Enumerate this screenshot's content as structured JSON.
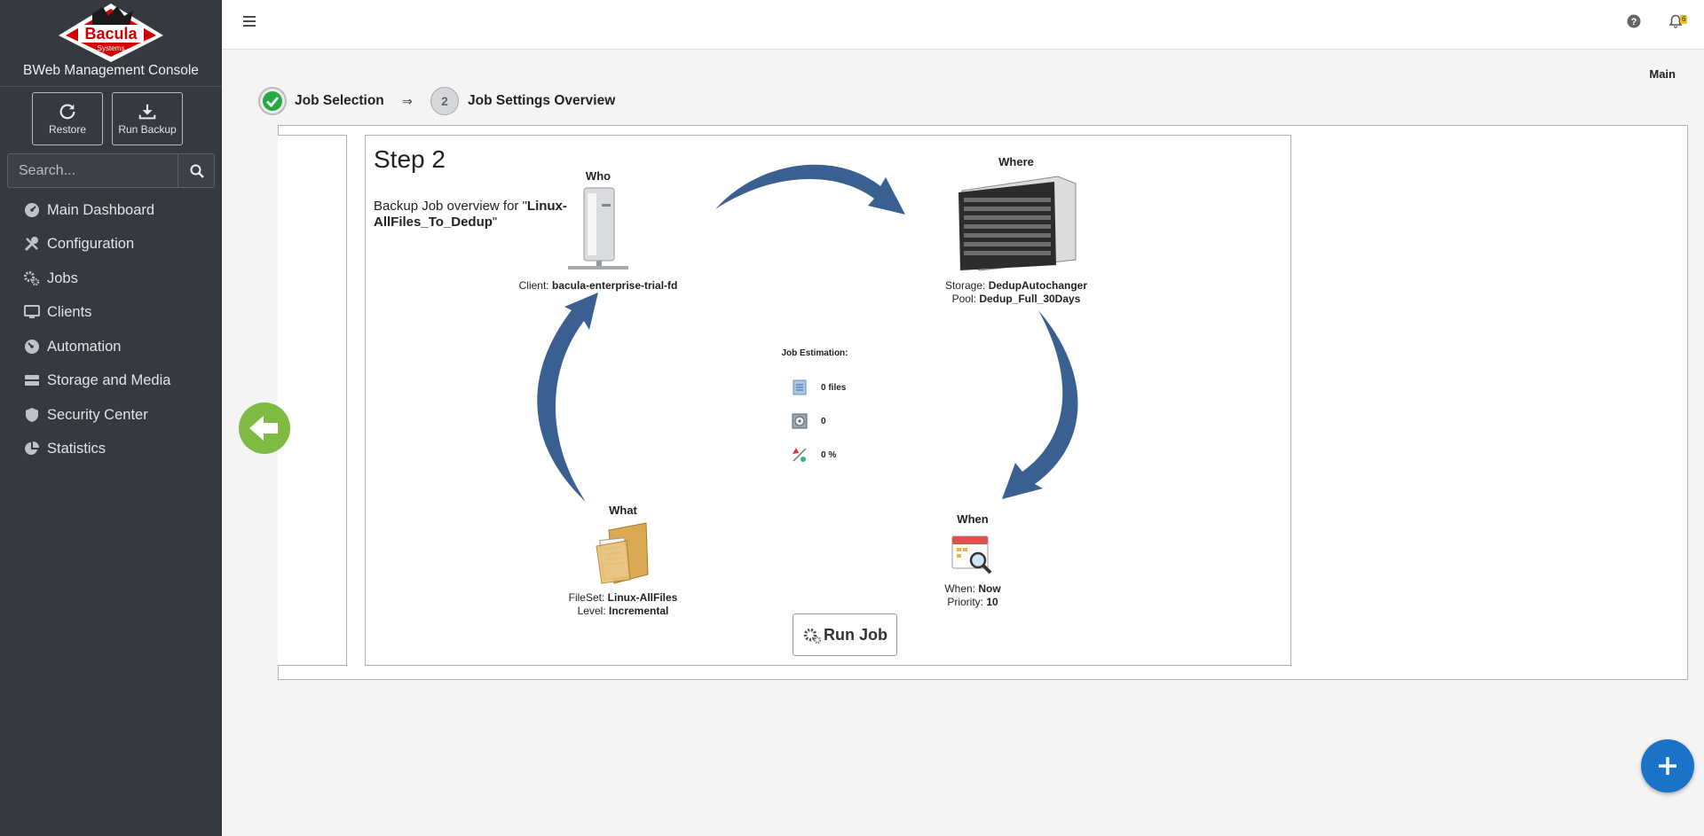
{
  "sidebar": {
    "logo_text": "Bacula",
    "logo_subtext": "Systems",
    "title": "BWeb Management Console",
    "restore_label": "Restore",
    "run_backup_label": "Run Backup",
    "search_placeholder": "Search...",
    "nav": [
      {
        "label": "Main Dashboard",
        "icon": "dashboard-icon"
      },
      {
        "label": "Configuration",
        "icon": "tools-icon"
      },
      {
        "label": "Jobs",
        "icon": "gears-icon"
      },
      {
        "label": "Clients",
        "icon": "desktop-icon"
      },
      {
        "label": "Automation",
        "icon": "automation-icon"
      },
      {
        "label": "Storage and Media",
        "icon": "storage-icon"
      },
      {
        "label": "Security Center",
        "icon": "shield-icon"
      },
      {
        "label": "Statistics",
        "icon": "pie-chart-icon"
      }
    ]
  },
  "topbar": {
    "notification_count": "6"
  },
  "breadcrumb": {
    "current": "Main"
  },
  "wizard": {
    "step1_label": "Job Selection",
    "step2_number": "2",
    "step2_label": "Job Settings Overview",
    "arrow": "⇒"
  },
  "overview": {
    "step_title": "Step 2",
    "description_prefix": "Backup Job overview for \"",
    "job_name": "Linux-AllFiles_To_Dedup",
    "description_suffix": "\"",
    "who": {
      "title": "Who",
      "client_label": "Client:",
      "client_value": "bacula-enterprise-trial-fd"
    },
    "where": {
      "title": "Where",
      "storage_label": "Storage:",
      "storage_value": "DedupAutochanger",
      "pool_label": "Pool:",
      "pool_value": "Dedup_Full_30Days"
    },
    "what": {
      "title": "What",
      "fileset_label": "FileSet:",
      "fileset_value": "Linux-AllFiles",
      "level_label": "Level:",
      "level_value": "Incremental"
    },
    "when": {
      "title": "When",
      "when_label": "When:",
      "when_value": "Now",
      "priority_label": "Priority:",
      "priority_value": "10"
    },
    "estimation": {
      "title": "Job Estimation:",
      "files": "0 files",
      "bytes": "0",
      "compression": "0 %"
    },
    "run_job_label": "Run Job"
  },
  "colors": {
    "sidebar_bg": "#343a40",
    "arrow_blue": "#3a5f91",
    "success_green": "#28a745",
    "back_green": "#7fba42",
    "fab_blue": "#1a73c8",
    "badge_yellow": "#f1c40f"
  }
}
